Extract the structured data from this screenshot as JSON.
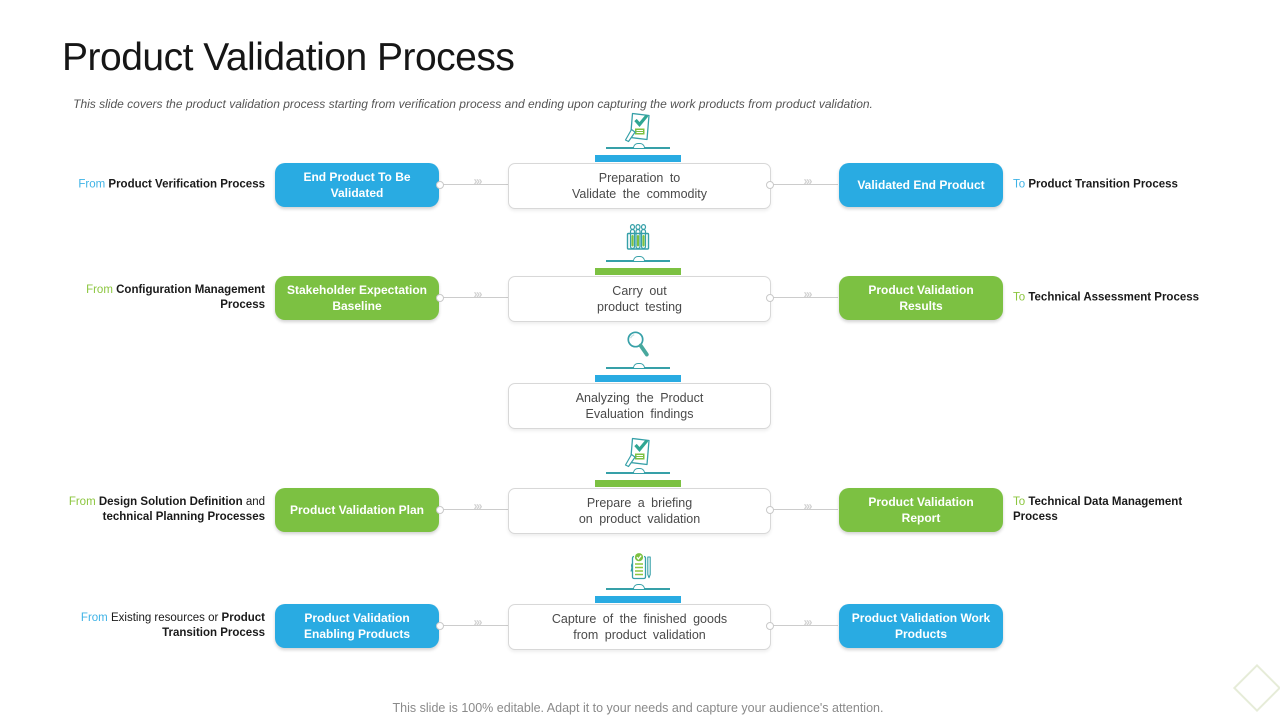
{
  "slide": {
    "title": "Product Validation Process",
    "subtitle": "This slide covers the product validation process starting from verification process and ending upon capturing the work products from product validation.",
    "footer": "This slide is 100% editable. Adapt it to your needs and capture your audience's attention."
  },
  "colors": {
    "blue": "#29abe2",
    "green": "#7cc142",
    "teal_icon_stroke": "#36a0a8",
    "accent_blue_text": "#3fb3e6",
    "accent_green_text": "#8cc63f",
    "label_text": "#1a1a1a",
    "center_text": "#4a4a4a",
    "connector": "#cccccc",
    "diamond_border": "#e6ecd8"
  },
  "rows": [
    {
      "theme": "blue",
      "icon": "edit-document-check-icon",
      "left_label": [
        {
          "text": "From",
          "style": "accent"
        },
        {
          "text": "Product Verification Process",
          "style": "bold"
        }
      ],
      "left_box": "End Product To Be Validated",
      "center": {
        "line1": "Preparation to",
        "line2": "Validate the commodity"
      },
      "right_box": "Validated End Product",
      "right_label": [
        {
          "text": "To",
          "style": "accent"
        },
        {
          "text": "Product Transition Process",
          "style": "bold"
        }
      ]
    },
    {
      "theme": "green",
      "icon": "test-tubes-icon",
      "left_label": [
        {
          "text": "From",
          "style": "accent"
        },
        {
          "text": "Configuration Management Process",
          "style": "bold"
        }
      ],
      "left_box": "Stakeholder Expectation Baseline",
      "center": {
        "line1": "Carry out",
        "line2": "product testing"
      },
      "right_box": "Product Validation Results",
      "right_label": [
        {
          "text": "To",
          "style": "accent"
        },
        {
          "text": "Technical Assessment Process",
          "style": "bold"
        }
      ]
    },
    {
      "theme": "blue",
      "icon": "magnifier-icon",
      "center": {
        "line1": "Analyzing the Product",
        "line2": "Evaluation findings"
      }
    },
    {
      "theme": "green",
      "icon": "edit-document-check-icon",
      "left_label": [
        {
          "text": "From",
          "style": "accent"
        },
        {
          "text": "Design Solution Definition",
          "style": "bold"
        },
        {
          "text": "and",
          "style": "plain"
        },
        {
          "text": "technical Planning Processes",
          "style": "bold"
        }
      ],
      "left_box": "Product Validation Plan",
      "center": {
        "line1": "Prepare a briefing",
        "line2": "on product validation"
      },
      "right_box": "Product Validation Report",
      "right_label": [
        {
          "text": "To",
          "style": "accent"
        },
        {
          "text": "Technical Data Management Process",
          "style": "bold"
        }
      ]
    },
    {
      "theme": "blue",
      "icon": "document-approval-icon",
      "left_label": [
        {
          "text": "From",
          "style": "accent"
        },
        {
          "text": "Existing resources or",
          "style": "plain"
        },
        {
          "text": "Product Transition Process",
          "style": "bold"
        }
      ],
      "left_box": "Product Validation Enabling Products",
      "center": {
        "line1": "Capture of the finished goods",
        "line2": "from product validation"
      },
      "right_box": "Product Validation Work Products"
    }
  ]
}
